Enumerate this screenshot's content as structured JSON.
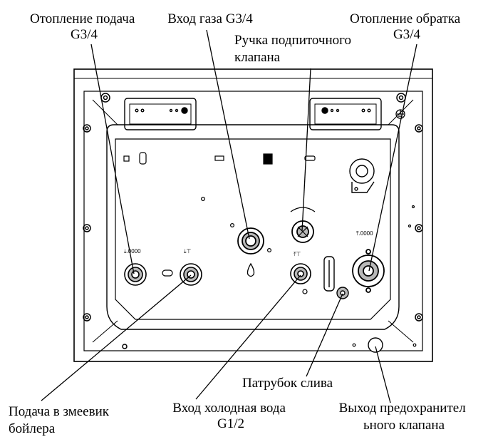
{
  "labels": {
    "heating_supply": [
      "Отопление подача",
      "G3/4"
    ],
    "gas_inlet": [
      "Вход газа G3/4"
    ],
    "feed_valve_handle": [
      "Ручка подпиточного",
      "клапана"
    ],
    "heating_return": [
      "Отопление обратка",
      "G3/4"
    ],
    "boiler_coil_supply": [
      "Подача в змеевик",
      "бойлера"
    ],
    "cold_water_inlet": [
      "Вход холодная вода",
      "G1/2"
    ],
    "drain_pipe": [
      "Патрубок слива"
    ],
    "safety_valve_outlet": [
      "Выход предохранител",
      "ьного клапана"
    ]
  },
  "symbols": {
    "heating_supply_mark": "⤓.0000",
    "heating_return_mark": "⤒.0000",
    "coil_mark": "⤓⊤",
    "cold_mark": "⤒⊤"
  },
  "colors": {
    "line": "#000000",
    "panel_fill": "#ffffff",
    "fitting_fill": "#b8b8b8"
  },
  "icons": [
    "drop-icon",
    "ground-icon"
  ]
}
